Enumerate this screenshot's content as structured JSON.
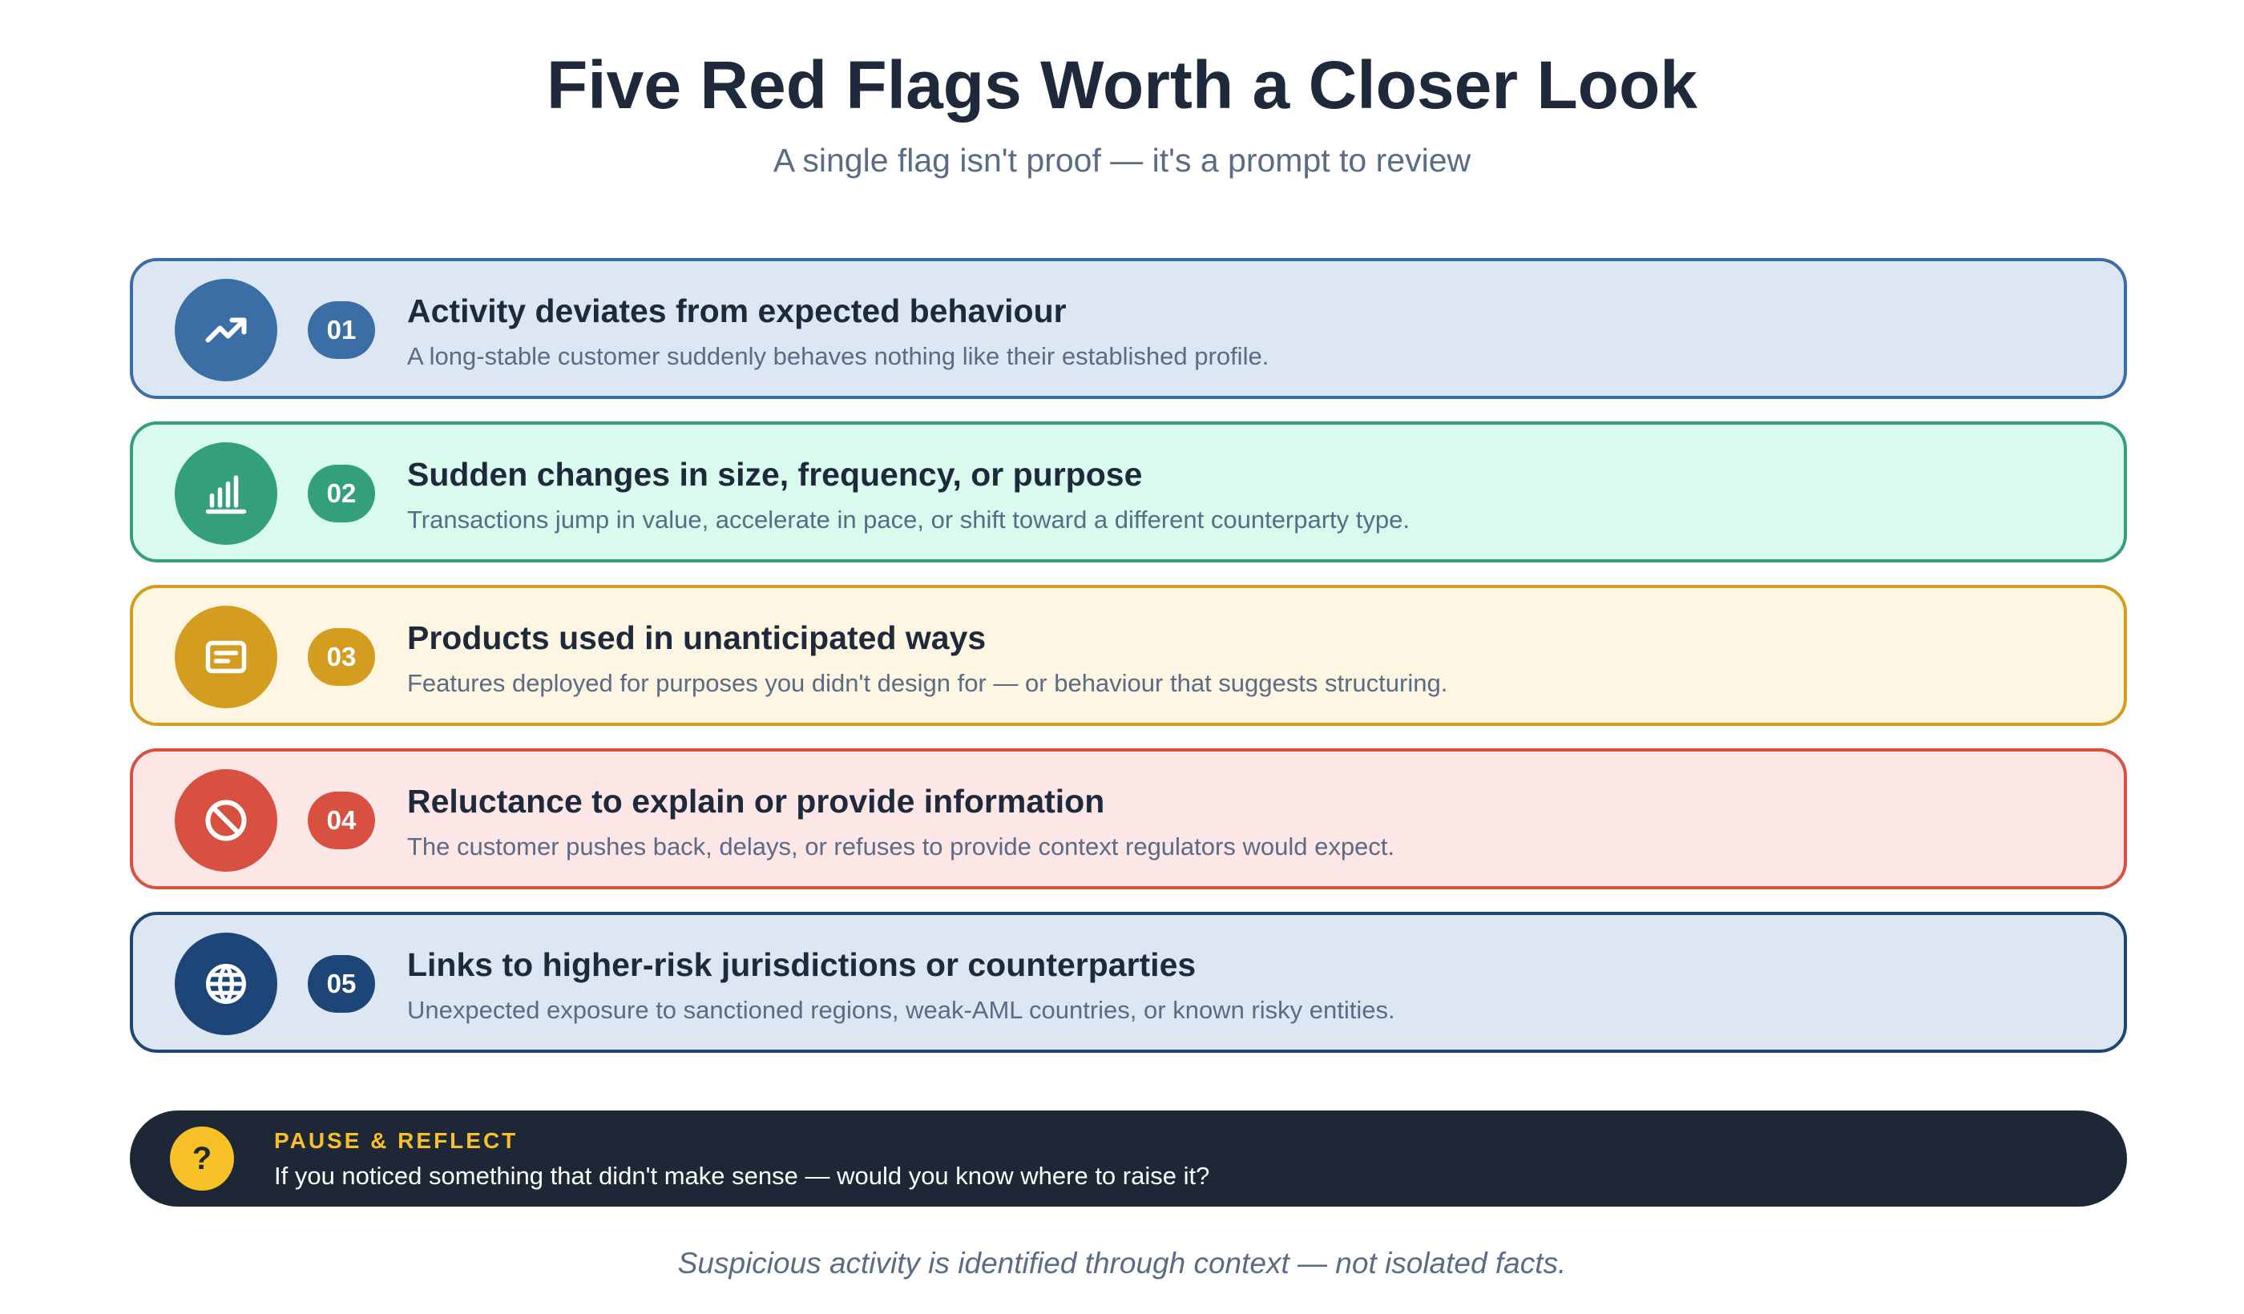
{
  "header": {
    "title": "Five Red Flags Worth a Closer Look",
    "subtitle": "A single flag isn't proof — it's a prompt to review"
  },
  "flags": [
    {
      "number": "01",
      "icon": "trending-up-icon",
      "title": "Activity deviates from expected behaviour",
      "description": "A long-stable customer suddenly behaves nothing like their established profile.",
      "accent": "#3b6ea5",
      "background": "#dde7f3"
    },
    {
      "number": "02",
      "icon": "bar-chart-icon",
      "title": "Sudden changes in size, frequency, or purpose",
      "description": "Transactions jump in value, accelerate in pace, or shift toward a different counterparty type.",
      "accent": "#34a07a",
      "background": "#d8fbed"
    },
    {
      "number": "03",
      "icon": "card-icon",
      "title": "Products used in unanticipated ways",
      "description": "Features deployed for purposes you didn't design for — or behaviour that suggests structuring.",
      "accent": "#d49d1f",
      "background": "#fef6e2"
    },
    {
      "number": "04",
      "icon": "prohibited-icon",
      "title": "Reluctance to explain or provide information",
      "description": "The customer pushes back, delays, or refuses to provide context regulators would expect.",
      "accent": "#d85040",
      "background": "#fde6e6"
    },
    {
      "number": "05",
      "icon": "globe-icon",
      "title": "Links to higher-risk jurisdictions or counterparties",
      "description": "Unexpected exposure to sanctioned regions, weak-AML countries, or known risky entities.",
      "accent": "#1e4577",
      "background": "#dde7f3"
    }
  ],
  "reflect": {
    "icon": "question-icon",
    "symbol": "?",
    "label": "PAUSE & REFLECT",
    "text": "If you noticed something that didn't make sense — would you know where to raise it?",
    "background": "#1e2735",
    "accent": "#f6c026"
  },
  "footer": {
    "note": "Suspicious activity is identified through context — not isolated facts."
  }
}
